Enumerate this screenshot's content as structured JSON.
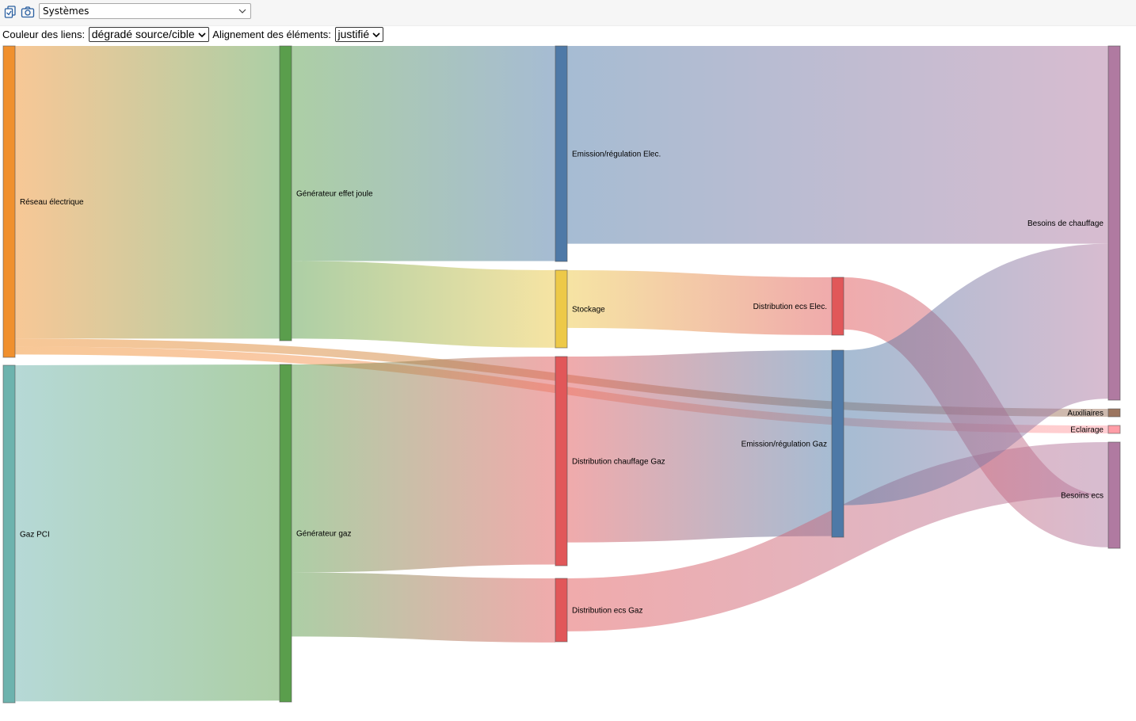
{
  "toolbar": {
    "copy_icon": "copy-icon",
    "camera_icon": "camera-icon",
    "view_select": {
      "value": "Systèmes"
    }
  },
  "controls": {
    "link_color_label": "Couleur des liens:",
    "link_color_value": "dégradé source/cible",
    "alignment_label": "Alignement des éléments:",
    "alignment_value": "justifié"
  },
  "sankey": {
    "nodes": [
      {
        "id": "reseau",
        "label": "Réseau électrique",
        "color": "#f0902e",
        "column": 0
      },
      {
        "id": "gaz",
        "label": "Gaz PCI",
        "color": "#6db3ae",
        "column": 0
      },
      {
        "id": "gen_joule",
        "label": "Générateur effet joule",
        "color": "#5a9e4c",
        "column": 1
      },
      {
        "id": "gen_gaz",
        "label": "Générateur gaz",
        "color": "#5a9e4c",
        "column": 1
      },
      {
        "id": "em_elec",
        "label": "Emission/régulation Elec.",
        "color": "#4e79a7",
        "column": 2
      },
      {
        "id": "stockage",
        "label": "Stockage",
        "color": "#edc948",
        "column": 2
      },
      {
        "id": "dist_ch",
        "label": "Distribution chauffage Gaz",
        "color": "#e15759",
        "column": 2
      },
      {
        "id": "dist_ecs",
        "label": "Distribution ecs Gaz",
        "color": "#e15759",
        "column": 2
      },
      {
        "id": "dist_ecs_e",
        "label": "Distribution ecs Elec.",
        "color": "#e15759",
        "column": 3
      },
      {
        "id": "em_gaz",
        "label": "Emission/régulation Gaz",
        "color": "#4e79a7",
        "column": 3
      },
      {
        "id": "besoins_ch",
        "label": "Besoins de chauffage",
        "color": "#b07aa1",
        "column": 4
      },
      {
        "id": "aux",
        "label": "Auxiliaires",
        "color": "#9c755f",
        "column": 4
      },
      {
        "id": "eclairage",
        "label": "Eclairage",
        "color": "#ff9da7",
        "column": 4
      },
      {
        "id": "besoins_ecs",
        "label": "Besoins ecs",
        "color": "#b07aa1",
        "column": 4
      }
    ],
    "links": [
      {
        "source": "reseau",
        "target": "gen_joule",
        "value": 37
      },
      {
        "source": "reseau",
        "target": "aux",
        "value": 1
      },
      {
        "source": "reseau",
        "target": "eclairage",
        "value": 1
      },
      {
        "source": "gaz",
        "target": "gen_gaz",
        "value": 42.5
      },
      {
        "source": "gen_joule",
        "target": "em_elec",
        "value": 27.2
      },
      {
        "source": "gen_joule",
        "target": "stockage",
        "value": 9.8
      },
      {
        "source": "gen_gaz",
        "target": "dist_ch",
        "value": 26.3
      },
      {
        "source": "gen_gaz",
        "target": "dist_ecs",
        "value": 8.1
      },
      {
        "source": "em_elec",
        "target": "besoins_ch",
        "value": 25
      },
      {
        "source": "stockage",
        "target": "dist_ecs_e",
        "value": 7.3
      },
      {
        "source": "dist_ch",
        "target": "em_gaz",
        "value": 23.5
      },
      {
        "source": "dist_ecs",
        "target": "besoins_ecs",
        "value": 6.7
      },
      {
        "source": "dist_ecs_e",
        "target": "besoins_ecs",
        "value": 6.6
      },
      {
        "source": "em_gaz",
        "target": "besoins_ch",
        "value": 19.6
      }
    ]
  }
}
